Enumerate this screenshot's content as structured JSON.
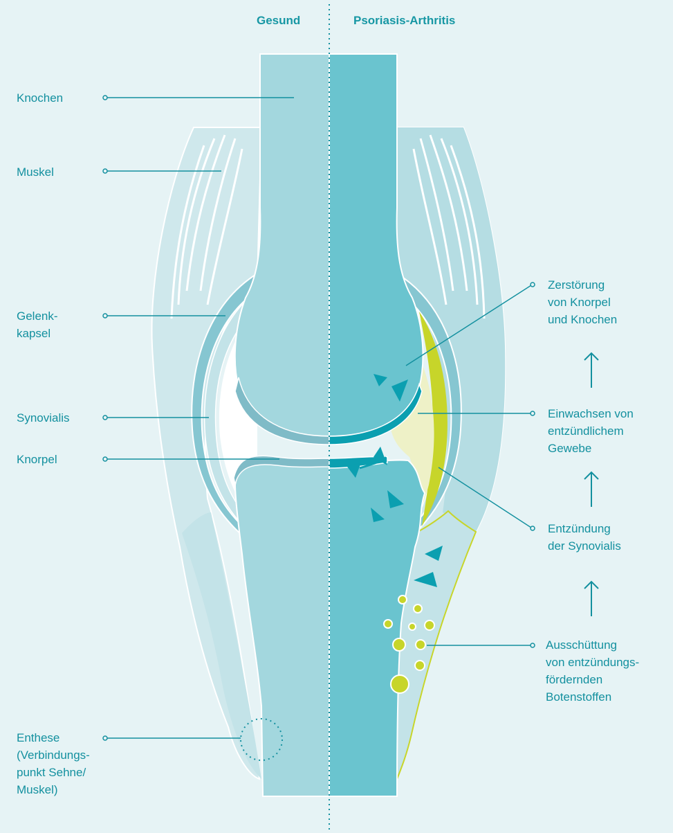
{
  "header": {
    "left": "Gesund",
    "right": "Psoriasis-Arthritis"
  },
  "labels_left": [
    {
      "key": "knochen",
      "text": "Knochen"
    },
    {
      "key": "muskel",
      "text": "Muskel"
    },
    {
      "key": "gelenkkapsel",
      "text": "Gelenk-\nkapsel"
    },
    {
      "key": "synovialis",
      "text": "Synovialis"
    },
    {
      "key": "knorpel",
      "text": "Knorpel"
    },
    {
      "key": "enthese",
      "text": "Enthese\n(Verbindungs-\npunkt Sehne/\nMuskel)"
    }
  ],
  "labels_right": [
    {
      "key": "zerstoerung",
      "text": "Zerstörung\nvon Knorpel\nund Knochen"
    },
    {
      "key": "einwachsen",
      "text": "Einwachsen von\nentzündlichem\nGewebe"
    },
    {
      "key": "entzuendung",
      "text": "Entzündung\nder Synovialis"
    },
    {
      "key": "ausschuettung",
      "text": "Ausschüttung\nvon entzündungs-\nfördernden\nBotenstoffen"
    }
  ],
  "colors": {
    "background": "#e6f3f5",
    "bone_healthy": "#a3d7de",
    "bone_diseased": "#6ac4cf",
    "muscle": "#cfe8ec",
    "capsule": "#86c6d1",
    "cartilage_healthy": "#7fbbc7",
    "cartilage_diseased": "#0b9fb0",
    "inflamed_synovium": "#c7d52a",
    "inflamed_tissue": "#eef1c7",
    "accent_text": "#13909f"
  },
  "icons": [
    "arrow-up-icon",
    "triangle-marker-icon",
    "messenger-dot-icon",
    "dotted-circle-icon"
  ]
}
